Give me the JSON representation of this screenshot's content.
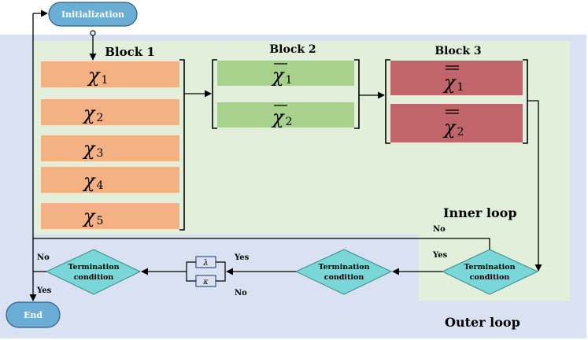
{
  "nodes": {
    "initialization": "Initialization",
    "end": "End"
  },
  "blocks": [
    {
      "title": "Block 1",
      "items": [
        {
          "symbol": "χ",
          "index": "1"
        },
        {
          "symbol": "χ",
          "index": "2"
        },
        {
          "symbol": "χ",
          "index": "3"
        },
        {
          "symbol": "χ",
          "index": "4"
        },
        {
          "symbol": "χ",
          "index": "5"
        }
      ]
    },
    {
      "title": "Block 2",
      "items": [
        {
          "symbol": "χ",
          "index": "1"
        },
        {
          "symbol": "χ",
          "index": "2"
        }
      ]
    },
    {
      "title": "Block 3",
      "items": [
        {
          "symbol": "χ",
          "index": "1"
        },
        {
          "symbol": "χ",
          "index": "2"
        }
      ]
    }
  ],
  "loops": {
    "inner": "Inner loop",
    "outer": "Outer loop"
  },
  "decisions": {
    "termination_1_line1": "Termination",
    "termination_1_line2": "condition",
    "termination_2_line1": "Termination",
    "termination_2_line2": "condition",
    "termination_3_line1": "Termination",
    "termination_3_line2": "condition"
  },
  "edge_labels": {
    "inner_no": "No",
    "inner_yes": "Yes",
    "mid_yes": "Yes",
    "mid_no": "No",
    "outer_no": "No",
    "outer_yes": "Yes"
  },
  "params": {
    "lambda": "λ",
    "kappa": "κ"
  },
  "colors": {
    "outer_bg": "#d9e1f2",
    "inner_bg": "#e2efda",
    "block1": "#f4b183",
    "block2": "#a9d18e",
    "block3": "#c0666a",
    "terminal": "#6aaed6",
    "decision": "#7ad7d7"
  }
}
